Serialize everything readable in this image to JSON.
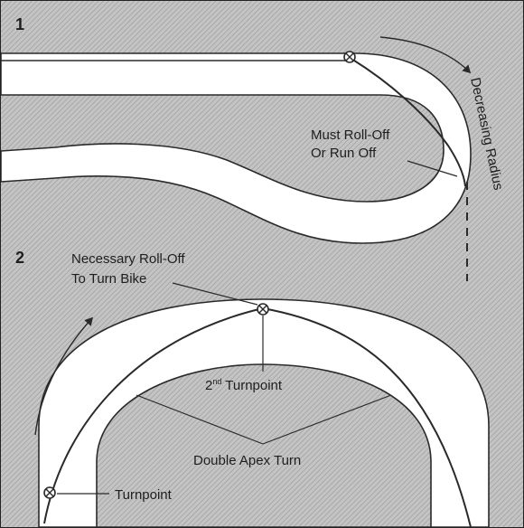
{
  "panel1": {
    "number": "1",
    "label_roll_off_line1": "Must Roll-Off",
    "label_roll_off_line2": "Or Run Off",
    "label_decreasing_radius": "Decreasing Radius"
  },
  "panel2": {
    "number": "2",
    "label_necessary_line1": "Necessary Roll-Off",
    "label_necessary_line2": "To Turn Bike",
    "label_second_turnpoint_prefix": "2",
    "label_second_turnpoint_sup": "nd",
    "label_second_turnpoint_suffix": " Turnpoint",
    "label_double_apex": "Double Apex Turn",
    "label_turnpoint": "Turnpoint"
  },
  "colors": {
    "background_hatch": "#b9b9b9",
    "road": "#ffffff",
    "line": "#2a2a2a"
  }
}
